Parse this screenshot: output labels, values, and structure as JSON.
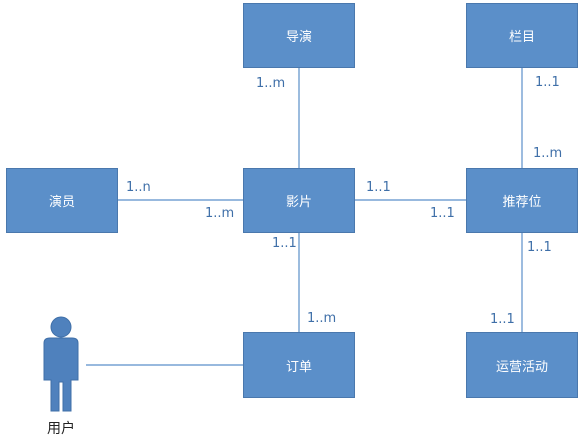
{
  "entities": {
    "director": "导演",
    "column": "栏目",
    "actor": "演员",
    "film": "影片",
    "slot": "推荐位",
    "order": "订单",
    "operation": "运营活动"
  },
  "multiplicities": {
    "director_film": "1..m",
    "column_end": "1..1",
    "slot_column_end": "1..m",
    "actor_end": "1..n",
    "film_actor_end": "1..m",
    "film_slot_end": "1..1",
    "slot_film_end": "1..1",
    "film_order_end": "1..1",
    "slot_op_end": "1..1",
    "order_film_end": "1..m",
    "op_slot_end": "1..1"
  },
  "user_actor": {
    "label": "用户"
  },
  "colors": {
    "box_fill": "#5b8fc9",
    "box_border": "#4a78ad",
    "connector": "#5b8fc9",
    "label_text": "#3f6fa8",
    "actor_fill": "#4f81bd"
  }
}
